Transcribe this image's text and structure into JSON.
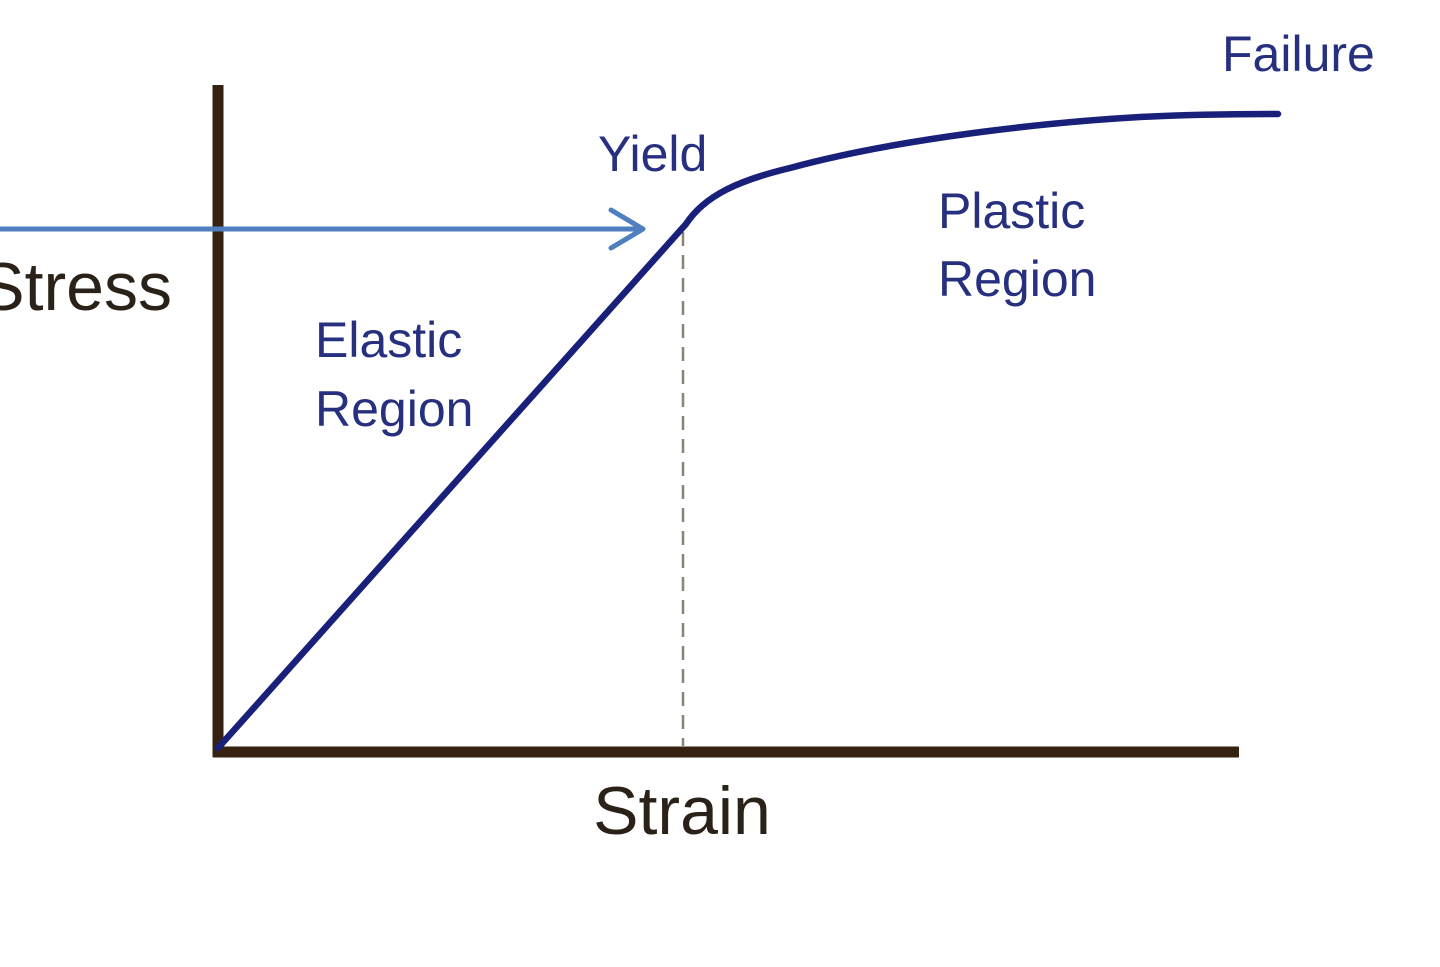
{
  "diagram": {
    "y_axis_label": "Stress",
    "x_axis_label": "Strain",
    "annotations": {
      "yield": "Yield",
      "failure": "Failure",
      "elastic_region": [
        "Elastic",
        "Region"
      ],
      "plastic_region": [
        "Plastic",
        "Region"
      ]
    },
    "colors": {
      "axes": "#36220f",
      "curve": "#18207a",
      "stress_arrow": "#4f7fbf",
      "region_text": "#26307f",
      "axis_text": "#2a2118",
      "yield_drop_line": "#8a8478"
    }
  }
}
